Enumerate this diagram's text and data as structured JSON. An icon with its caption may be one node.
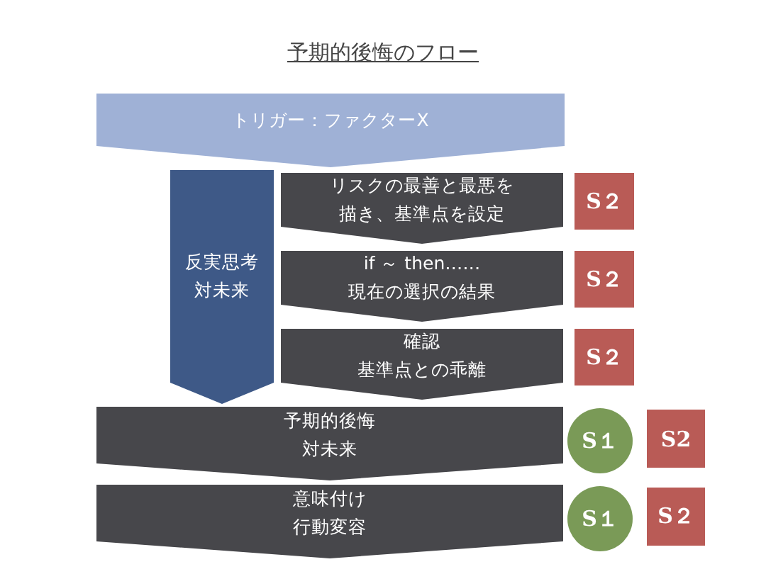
{
  "diagram": {
    "title": "予期的後悔のフロー",
    "nodes": [
      {
        "text": [
          "トリガー：ファクターX"
        ]
      },
      {
        "text": [
          "反実思考",
          "対未来"
        ]
      },
      {
        "text": [
          "リスクの最善と最悪を描き、基準点を設定"
        ]
      },
      {
        "text": [
          "S２"
        ]
      },
      {
        "text": [
          "if ～ then……",
          "現在の選択の結果"
        ]
      },
      {
        "text": [
          "S２"
        ]
      },
      {
        "text": [
          "確認",
          "基準点との乖離"
        ]
      },
      {
        "text": [
          "S２"
        ]
      },
      {
        "text": [
          "予期的後悔",
          "対未来"
        ]
      },
      {
        "text": [
          "S１"
        ]
      },
      {
        "text": [
          "S2"
        ]
      },
      {
        "text": [
          "意味付け",
          "行動変容"
        ]
      },
      {
        "text": [
          "S１"
        ]
      },
      {
        "text": [
          "S２"
        ]
      }
    ]
  }
}
